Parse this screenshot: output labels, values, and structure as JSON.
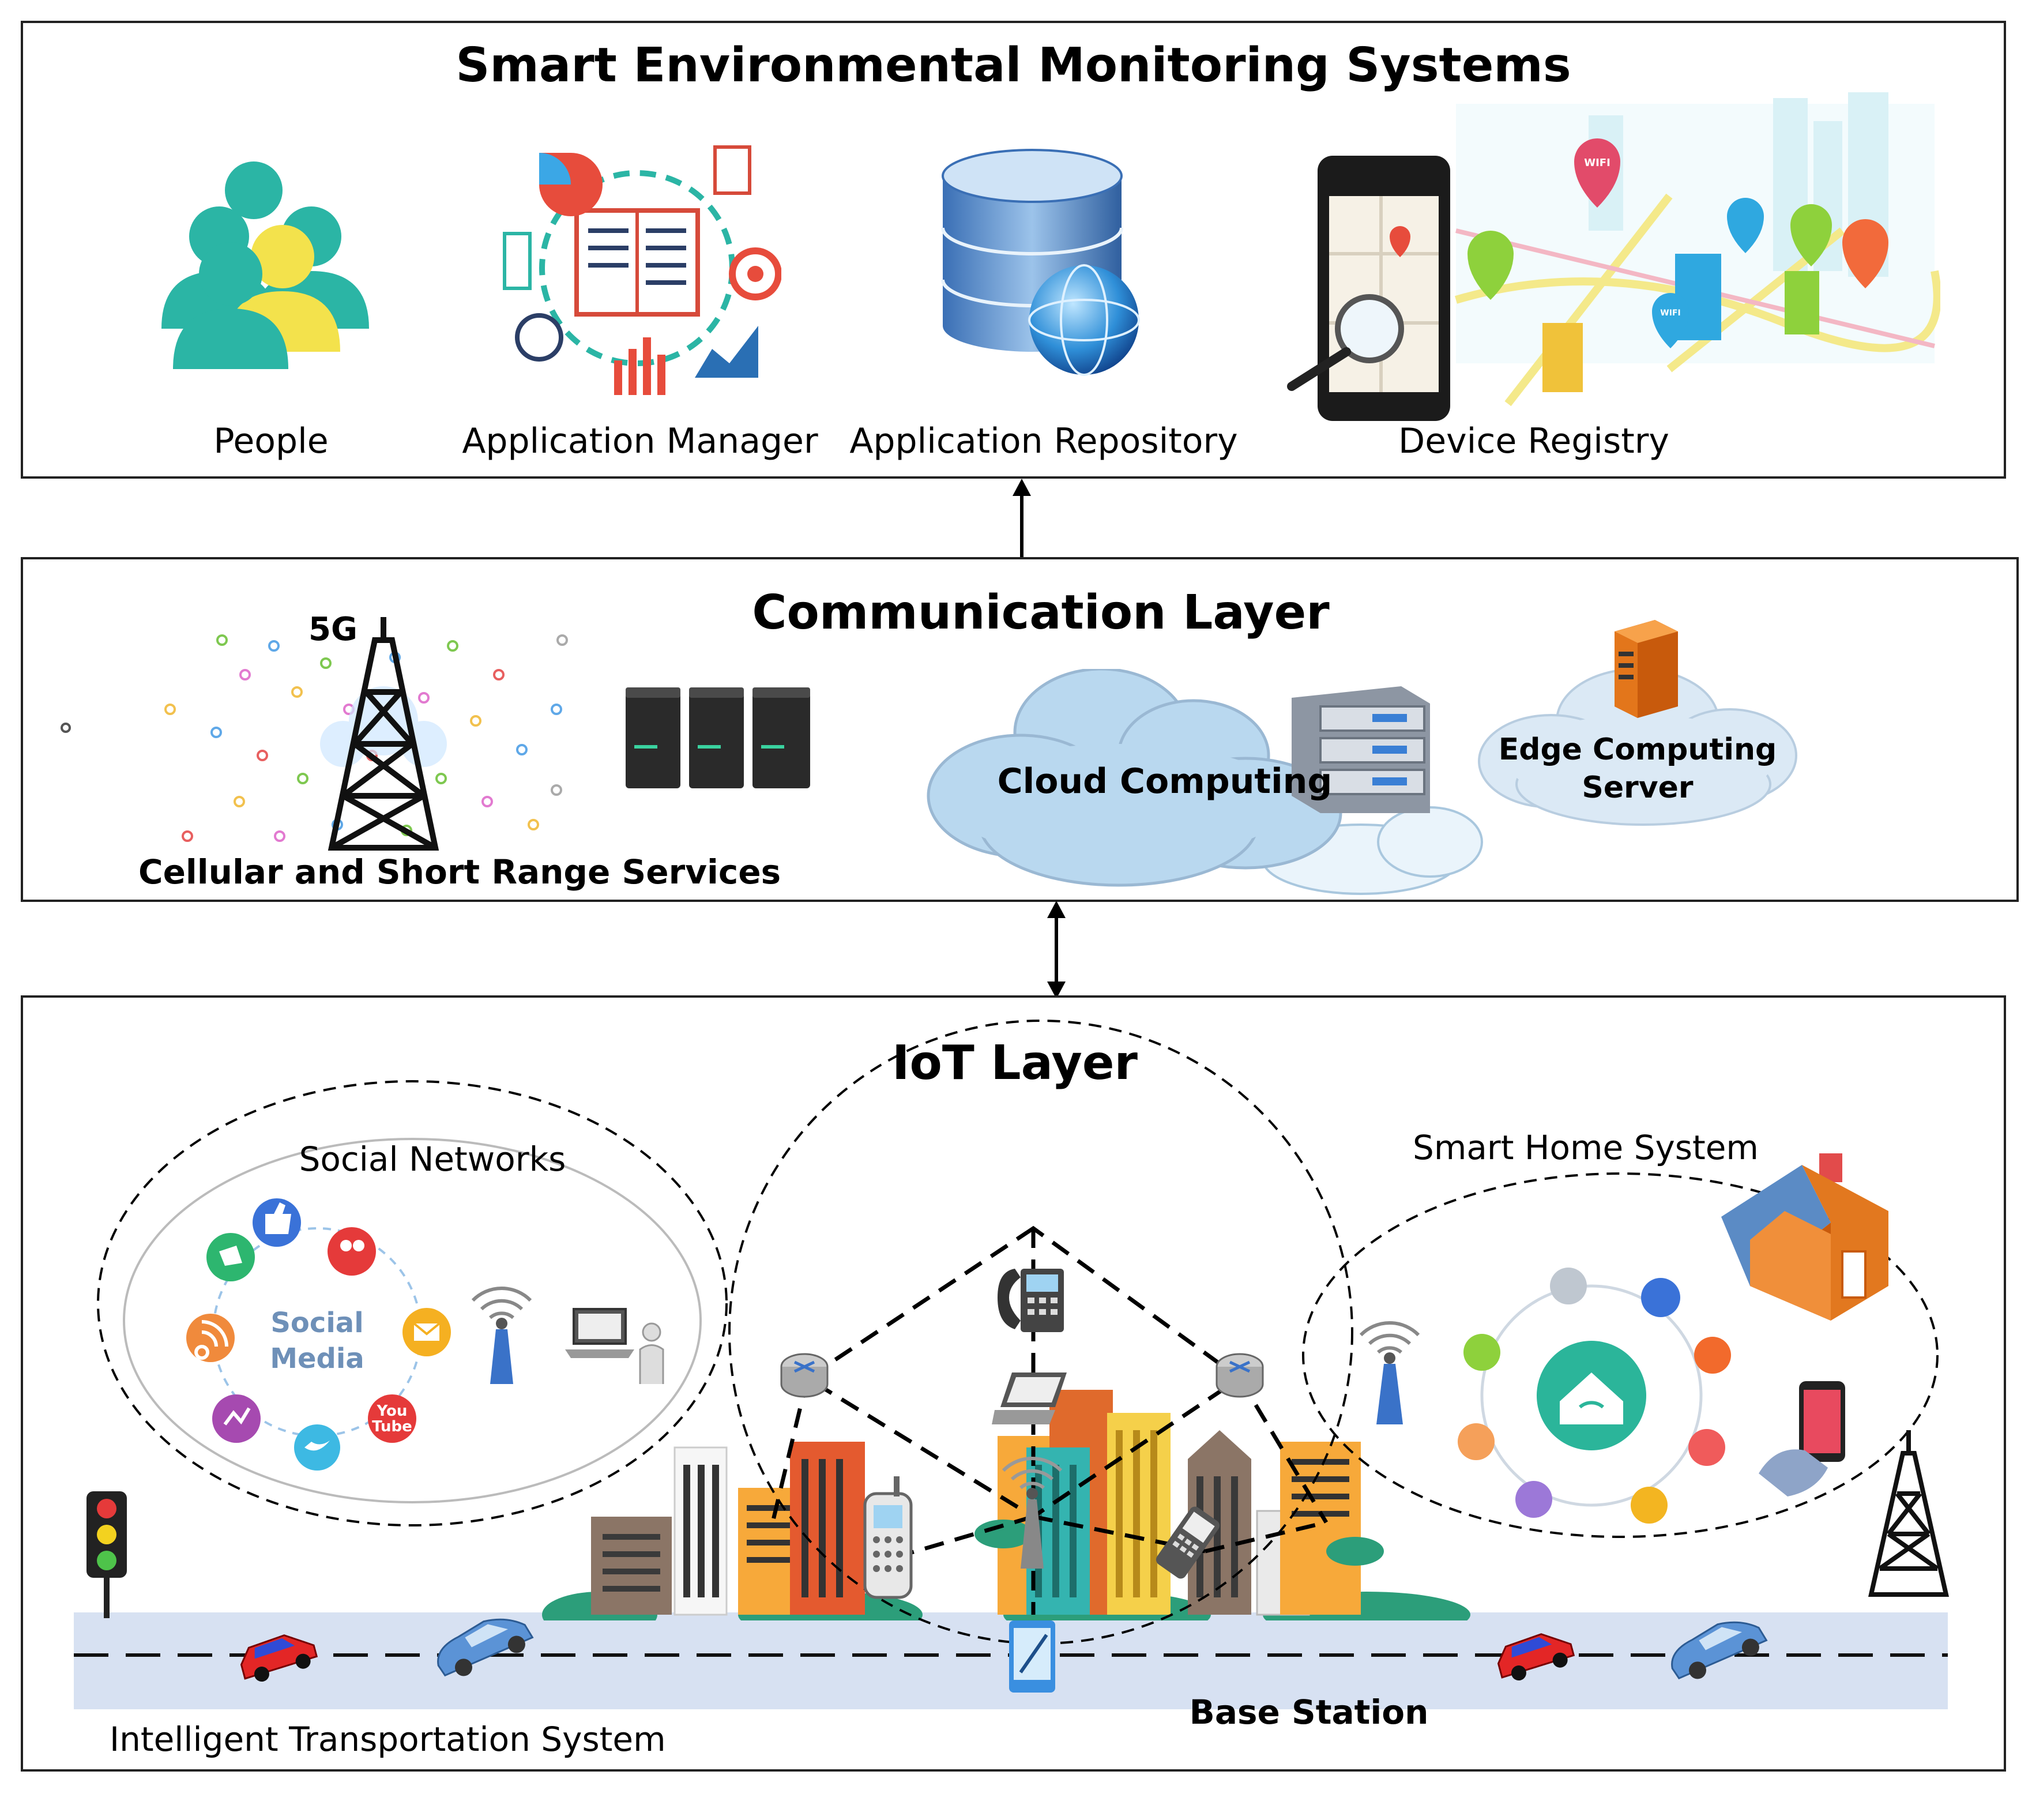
{
  "smart_layer": {
    "title": "Smart Environmental Monitoring Systems",
    "items": {
      "people": "People",
      "app_manager": "Application Manager",
      "app_repository": "Application Repository",
      "device_registry": "Device Registry"
    },
    "device_badges": [
      "WIFI",
      "WIFI"
    ]
  },
  "communication_layer": {
    "title": "Communication Layer",
    "tower_label": "5G",
    "cellular_label": "Cellular and Short Range Services",
    "cloud_label": "Cloud Computing",
    "edge_label_line1": "Edge Computing",
    "edge_label_line2": "Server"
  },
  "iot_layer": {
    "title": "IoT Layer",
    "social_networks": "Social Networks",
    "social_media_line1": "Social",
    "social_media_line2": "Media",
    "youtube_line1": "You",
    "youtube_line2": "Tube",
    "smart_home": "Smart Home System",
    "base_station": "Base Station",
    "its": "Intelligent Transportation System"
  },
  "colors": {
    "teal": "#2bb5a5",
    "yellow": "#f3e24c",
    "cloud": "#b9d8ef",
    "road": "#d7e1f2",
    "house_orange": "#e2781f",
    "house_roof": "#5b8bc5"
  }
}
